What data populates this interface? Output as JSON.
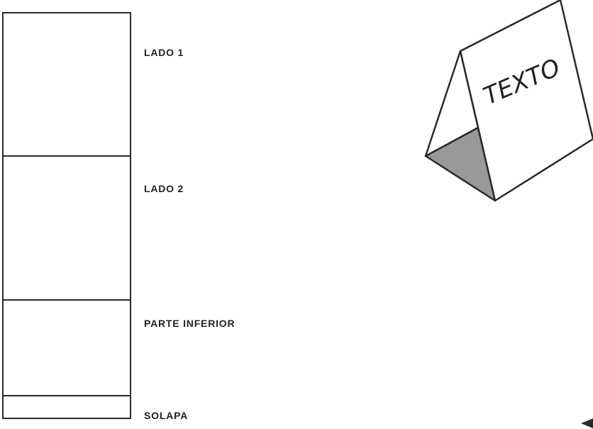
{
  "template": {
    "panels": [
      {
        "label": "LADO 1"
      },
      {
        "label": "LADO 2"
      },
      {
        "label": "PARTE INFERIOR"
      },
      {
        "label": "SOLAPA"
      }
    ]
  },
  "illustration": {
    "text": "TEXTO",
    "shade_color": "#999999",
    "line_color": "#2a2a2a"
  }
}
